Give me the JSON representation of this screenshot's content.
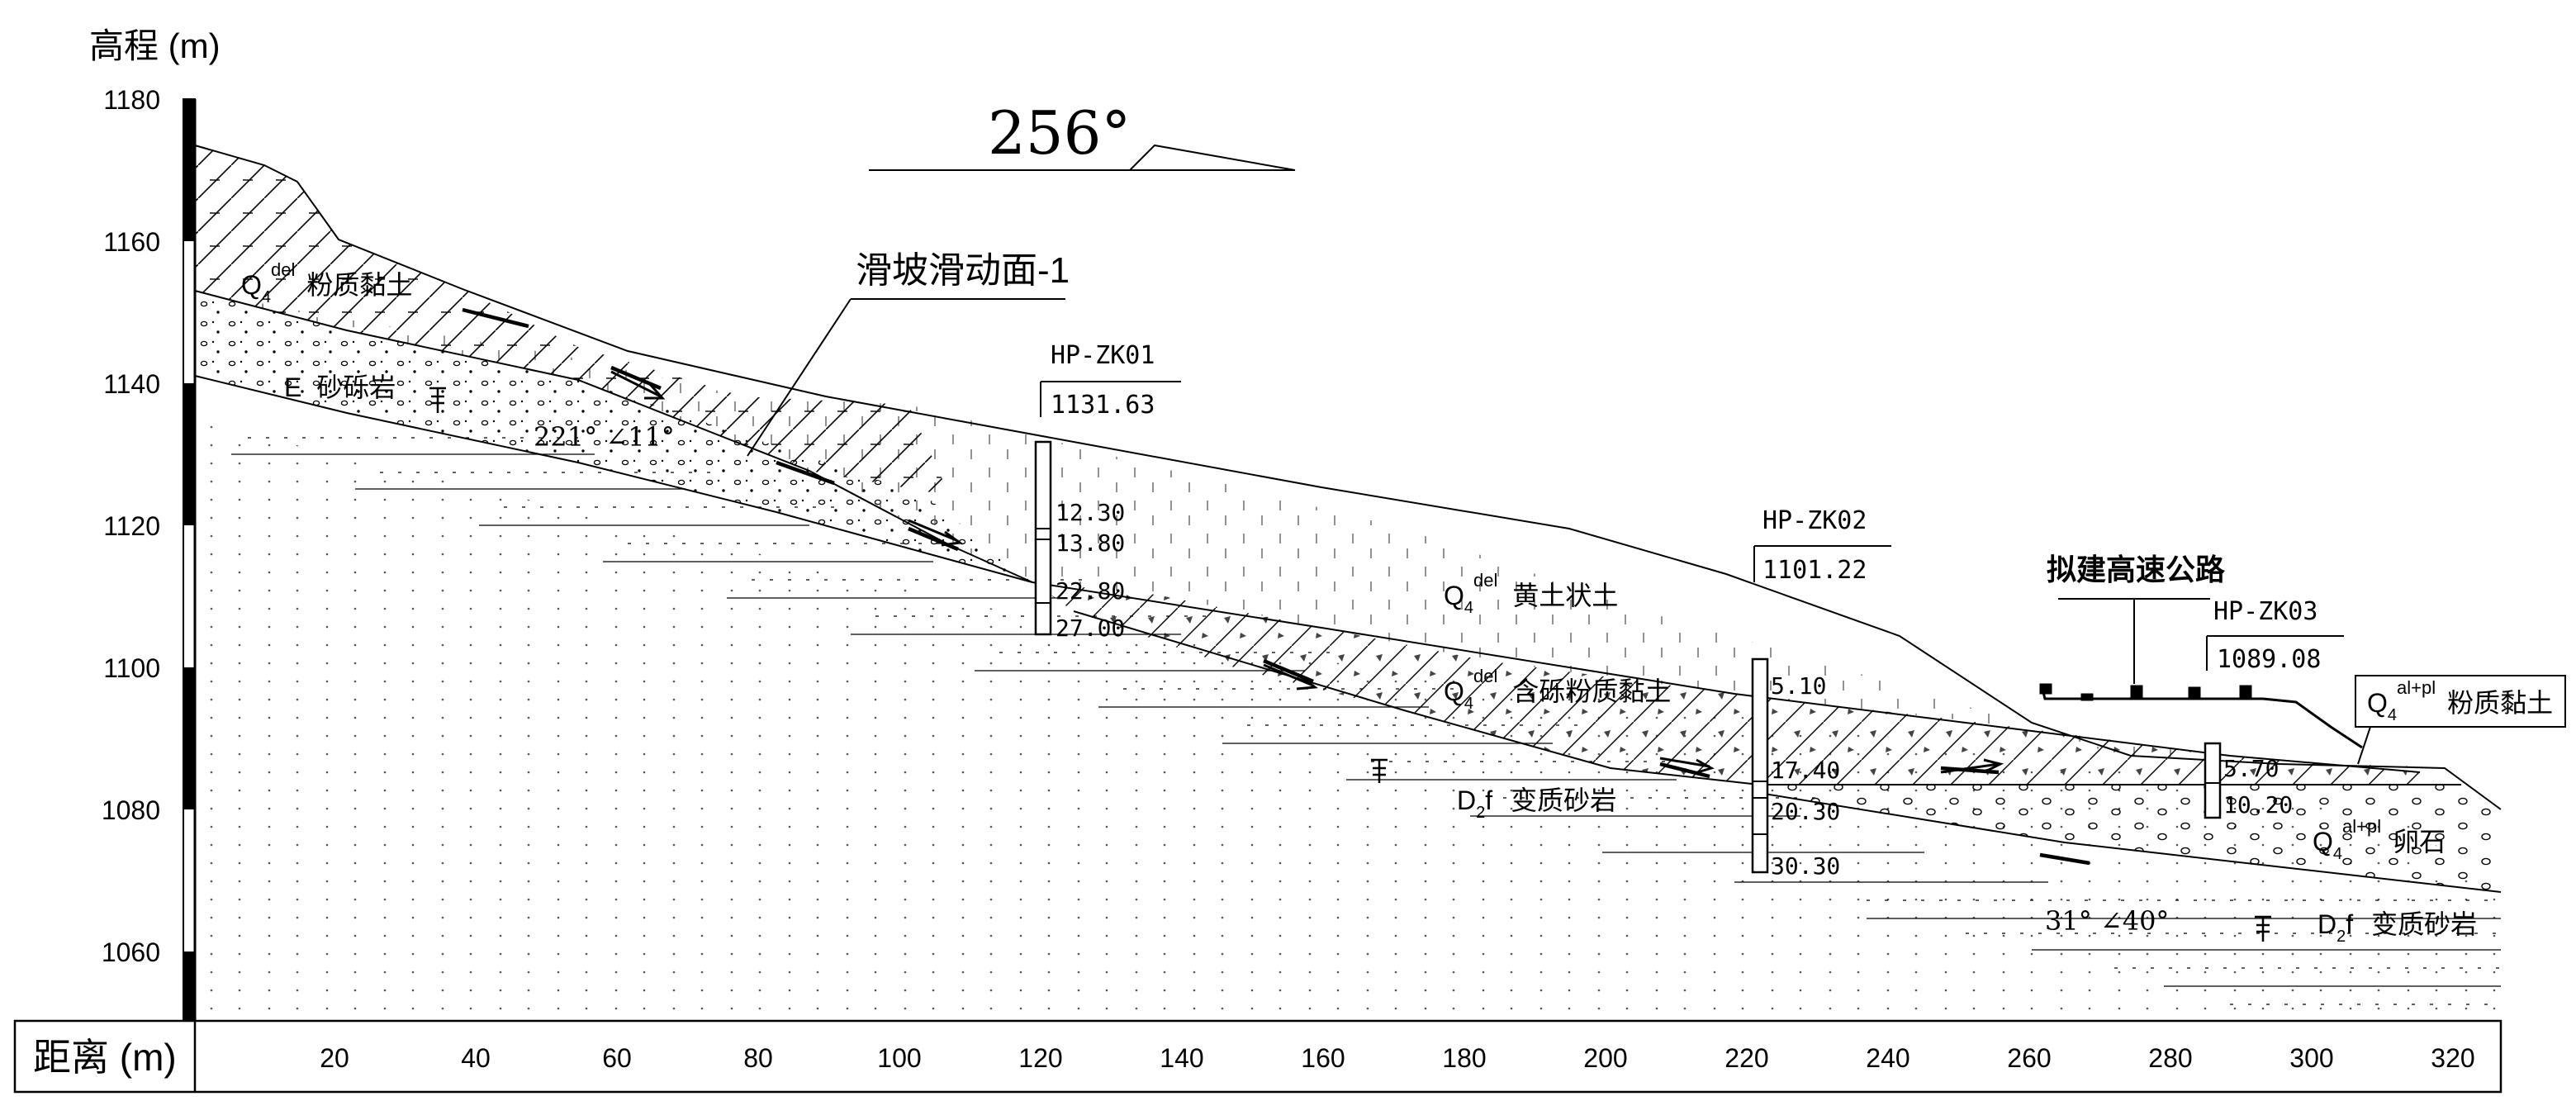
{
  "axes": {
    "y_title": "高程 (m)",
    "x_title": "距离 (m)",
    "y_ticks": [
      "1180",
      "1160",
      "1140",
      "1120",
      "1100",
      "1080",
      "1060"
    ],
    "x_ticks": [
      "20",
      "40",
      "60",
      "80",
      "100",
      "120",
      "140",
      "160",
      "180",
      "200",
      "220",
      "240",
      "260",
      "280",
      "300",
      "320"
    ]
  },
  "direction": {
    "label": "256°"
  },
  "slide_surface": {
    "label": "滑坡滑动面-1"
  },
  "road": {
    "label": "拟建高速公路"
  },
  "boreholes": [
    {
      "name": "HP-ZK01",
      "elevation": "1131.63",
      "depths": [
        "12.30",
        "13.80",
        "22.80",
        "27.00"
      ]
    },
    {
      "name": "HP-ZK02",
      "elevation": "1101.22",
      "depths": [
        "5.10",
        "17.40",
        "20.30",
        "30.30"
      ]
    },
    {
      "name": "HP-ZK03",
      "elevation": "1089.08",
      "depths": [
        "5.70",
        "10.20"
      ]
    }
  ],
  "layers": {
    "upper_left": {
      "sym": "Q",
      "sub": "4",
      "sup": "del",
      "name": "粉质黏土"
    },
    "sandstone_left": {
      "sym": "E",
      "name": "砂砾岩"
    },
    "loess": {
      "sym": "Q",
      "sub": "4",
      "sup": "del",
      "name": "黄土状土"
    },
    "gravelly_clay": {
      "sym": "Q",
      "sub": "4",
      "sup": "del",
      "name": "含砾粉质黏土"
    },
    "bedrock_mid": {
      "sym": "D",
      "sub": "2",
      "suffix": "f",
      "name": "变质砂岩"
    },
    "pebble": {
      "sym": "Q",
      "sub": "4",
      "sup": "al+pl",
      "name": "卵石"
    },
    "bedrock_right": {
      "sym": "D",
      "sub": "2",
      "suffix": "f",
      "name": "变质砂岩"
    },
    "alluvial_clay": {
      "sym": "Q",
      "sub": "4",
      "sup": "al+pl",
      "name": "粉质黏土"
    }
  },
  "attitudes": [
    {
      "text": "221° ∠11°"
    },
    {
      "text": "31° ∠40°"
    }
  ]
}
